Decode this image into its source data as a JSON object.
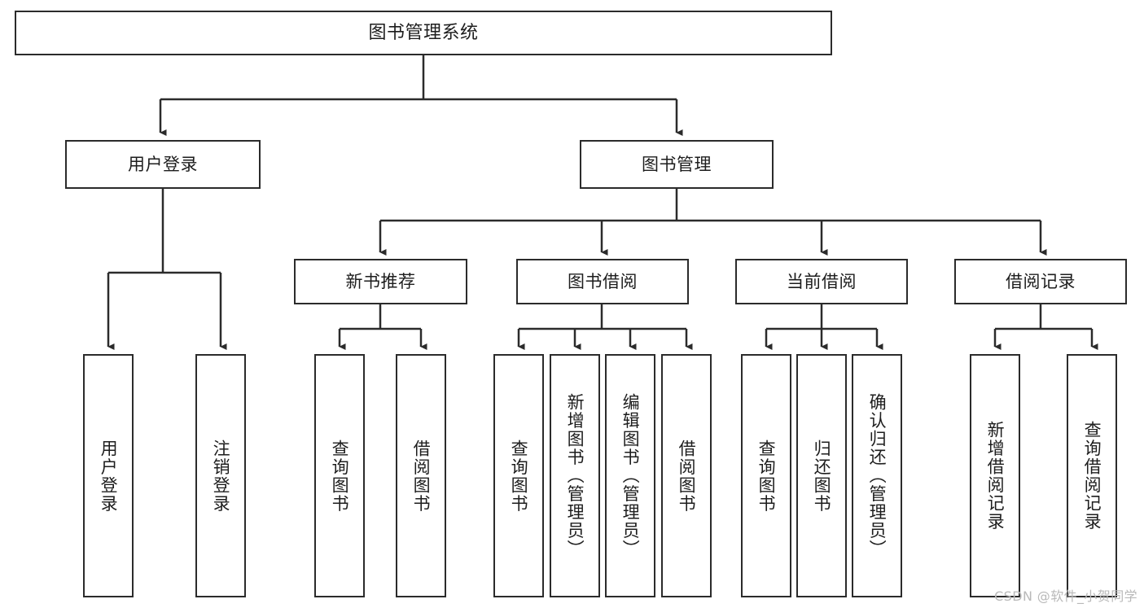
{
  "diagram": {
    "title": "图书管理系统",
    "type": "tree",
    "watermark": "CSDN @软件_小贺同学",
    "colors": {
      "box_border": "#2b2b2b",
      "box_fill": "#ffffff",
      "connector": "#2b2b2b",
      "text": "#1d1d1d",
      "watermark": "#b9b9b9"
    },
    "levels": {
      "root": "图书管理系统",
      "level2": [
        "用户登录",
        "图书管理"
      ],
      "level3": [
        "新书推荐",
        "图书借阅",
        "当前借阅",
        "借阅记录"
      ]
    },
    "nodes": {
      "root": {
        "label": "图书管理系统"
      },
      "user_login": {
        "label": "用户登录"
      },
      "book_manage": {
        "label": "图书管理"
      },
      "new_book_rec": {
        "label": "新书推荐"
      },
      "book_borrow": {
        "label": "图书借阅"
      },
      "current_borrow": {
        "label": "当前借阅"
      },
      "borrow_record": {
        "label": "借阅记录"
      },
      "leaf_user_login": {
        "label": "用户登录"
      },
      "leaf_logout": {
        "label": "注销登录"
      },
      "leaf_query_book_1": {
        "label": "查询图书"
      },
      "leaf_borrow_book_1": {
        "label": "借阅图书"
      },
      "leaf_query_book_2": {
        "label": "查询图书"
      },
      "leaf_add_book": {
        "label": "新增图书（管理员）"
      },
      "leaf_edit_book": {
        "label": "编辑图书（管理员）"
      },
      "leaf_borrow_book_2": {
        "label": "借阅图书"
      },
      "leaf_query_book_3": {
        "label": "查询图书"
      },
      "leaf_return_book": {
        "label": "归还图书"
      },
      "leaf_confirm_return": {
        "label": "确认归还（管理员）"
      },
      "leaf_add_record": {
        "label": "新增借阅记录"
      },
      "leaf_query_record": {
        "label": "查询借阅记录"
      }
    }
  }
}
